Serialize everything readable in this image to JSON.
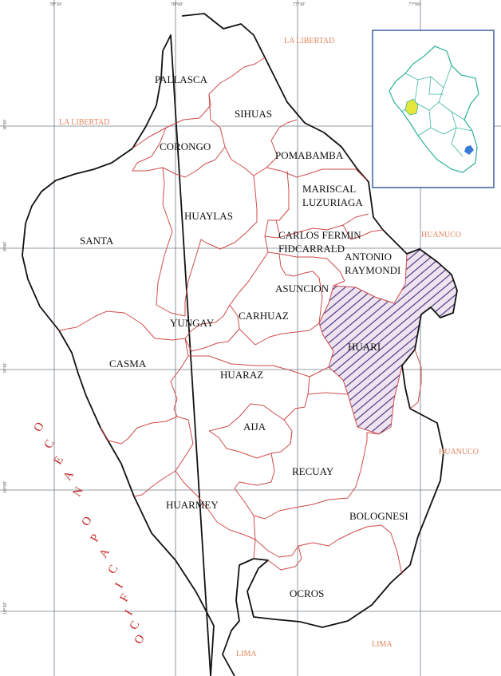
{
  "provinces": {
    "pallasca": "PALLASCA",
    "sihuas": "SIHUAS",
    "corongo": "CORONGO",
    "pomabamba": "POMABAMBA",
    "mariscal_1": "MARISCAL",
    "mariscal_2": "LUZURIAGA",
    "huaylas": "HUAYLAS",
    "santa": "SANTA",
    "carlos_1": "CARLOS FERMIN",
    "carlos_2": "FIDCARRALD",
    "antonio_1": "ANTONIO",
    "antonio_2": "RAYMONDI",
    "asuncion": "ASUNCION",
    "yungay": "YUNGAY",
    "carhuaz": "CARHUAZ",
    "huari": "HUARI",
    "casma": "CASMA",
    "huaraz": "HUARAZ",
    "aija": "AIJA",
    "recuay": "RECUAY",
    "huarmey": "HUARMEY",
    "bolognesi": "BOLOGNESI",
    "ocros": "OCROS"
  },
  "neighbors": {
    "la_libertad_top": "LA LIBERTAD",
    "la_libertad_left": "LA LIBERTAD",
    "huanuco_top": "HUANUCO",
    "huanuco_right": "HUANUCO",
    "lima_left": "LIMA",
    "lima_right": "LIMA"
  },
  "ocean": [
    "O",
    "C",
    "E",
    "A",
    "N",
    "O",
    "P",
    "A",
    "C",
    "I",
    "F",
    "I",
    "C",
    "O"
  ],
  "coords": {
    "lon_78_30": "78°30'",
    "lon_78_00": "78°00'",
    "lon_77_30": "77°30'",
    "lon_77_00": "77°00'",
    "lat_8_30": "8°30'",
    "lat_9_00": "9°00'",
    "lat_9_30": "9°30'",
    "lat_10_00": "10°00'",
    "lat_10_30": "10°30'"
  },
  "highlight": {
    "province": "HUARI",
    "hatch_color": "#3b2f7a",
    "fill_color": "#efe3f0"
  },
  "colors": {
    "district_lines": "#cf4b4b",
    "grid": "#6f7b88",
    "neighbor_labels": "#e0845c",
    "ocean_label": "#c62828",
    "inset_peru": "#3bb6a0",
    "inset_region": "#e6e63a"
  }
}
